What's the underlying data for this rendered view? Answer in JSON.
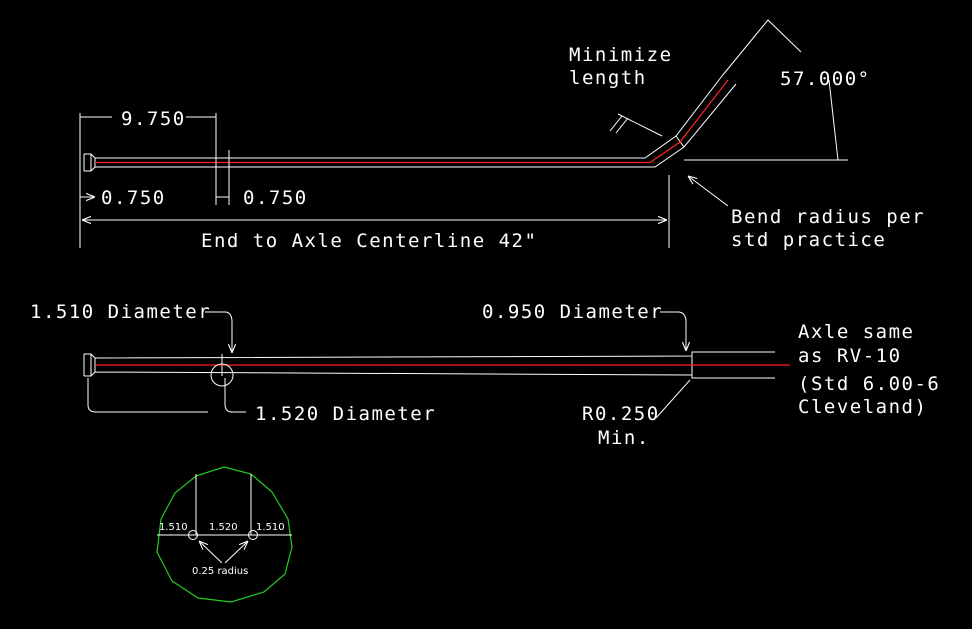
{
  "colors": {
    "background": "#000000",
    "line": "#ffffff",
    "centerline": "#ff2020",
    "detail": "#22cc22"
  },
  "top_view": {
    "dim_9750": "9.750",
    "dim_0750_left": "0.750",
    "dim_0750_right": "0.750",
    "dim_overall": "End to Axle Centerline 42\"",
    "minimize_line1": "Minimize",
    "minimize_line2": "length",
    "angle": "57.000°",
    "bend_line1": "Bend radius per",
    "bend_line2": "std practice"
  },
  "side_view": {
    "dia_1510": "1.510 Diameter",
    "dia_0950": "0.950 Diameter",
    "dia_1520": "1.520 Diameter",
    "radius_line1": "R0.250",
    "radius_line2": "Min.",
    "axle_line1": "Axle same",
    "axle_line2": "as RV-10",
    "axle_line3": "(Std 6.00-6",
    "axle_line4": "Cleveland)"
  },
  "detail": {
    "left": "1.510",
    "center": "1.520",
    "right": "1.510",
    "radius": "0.25 radius"
  }
}
